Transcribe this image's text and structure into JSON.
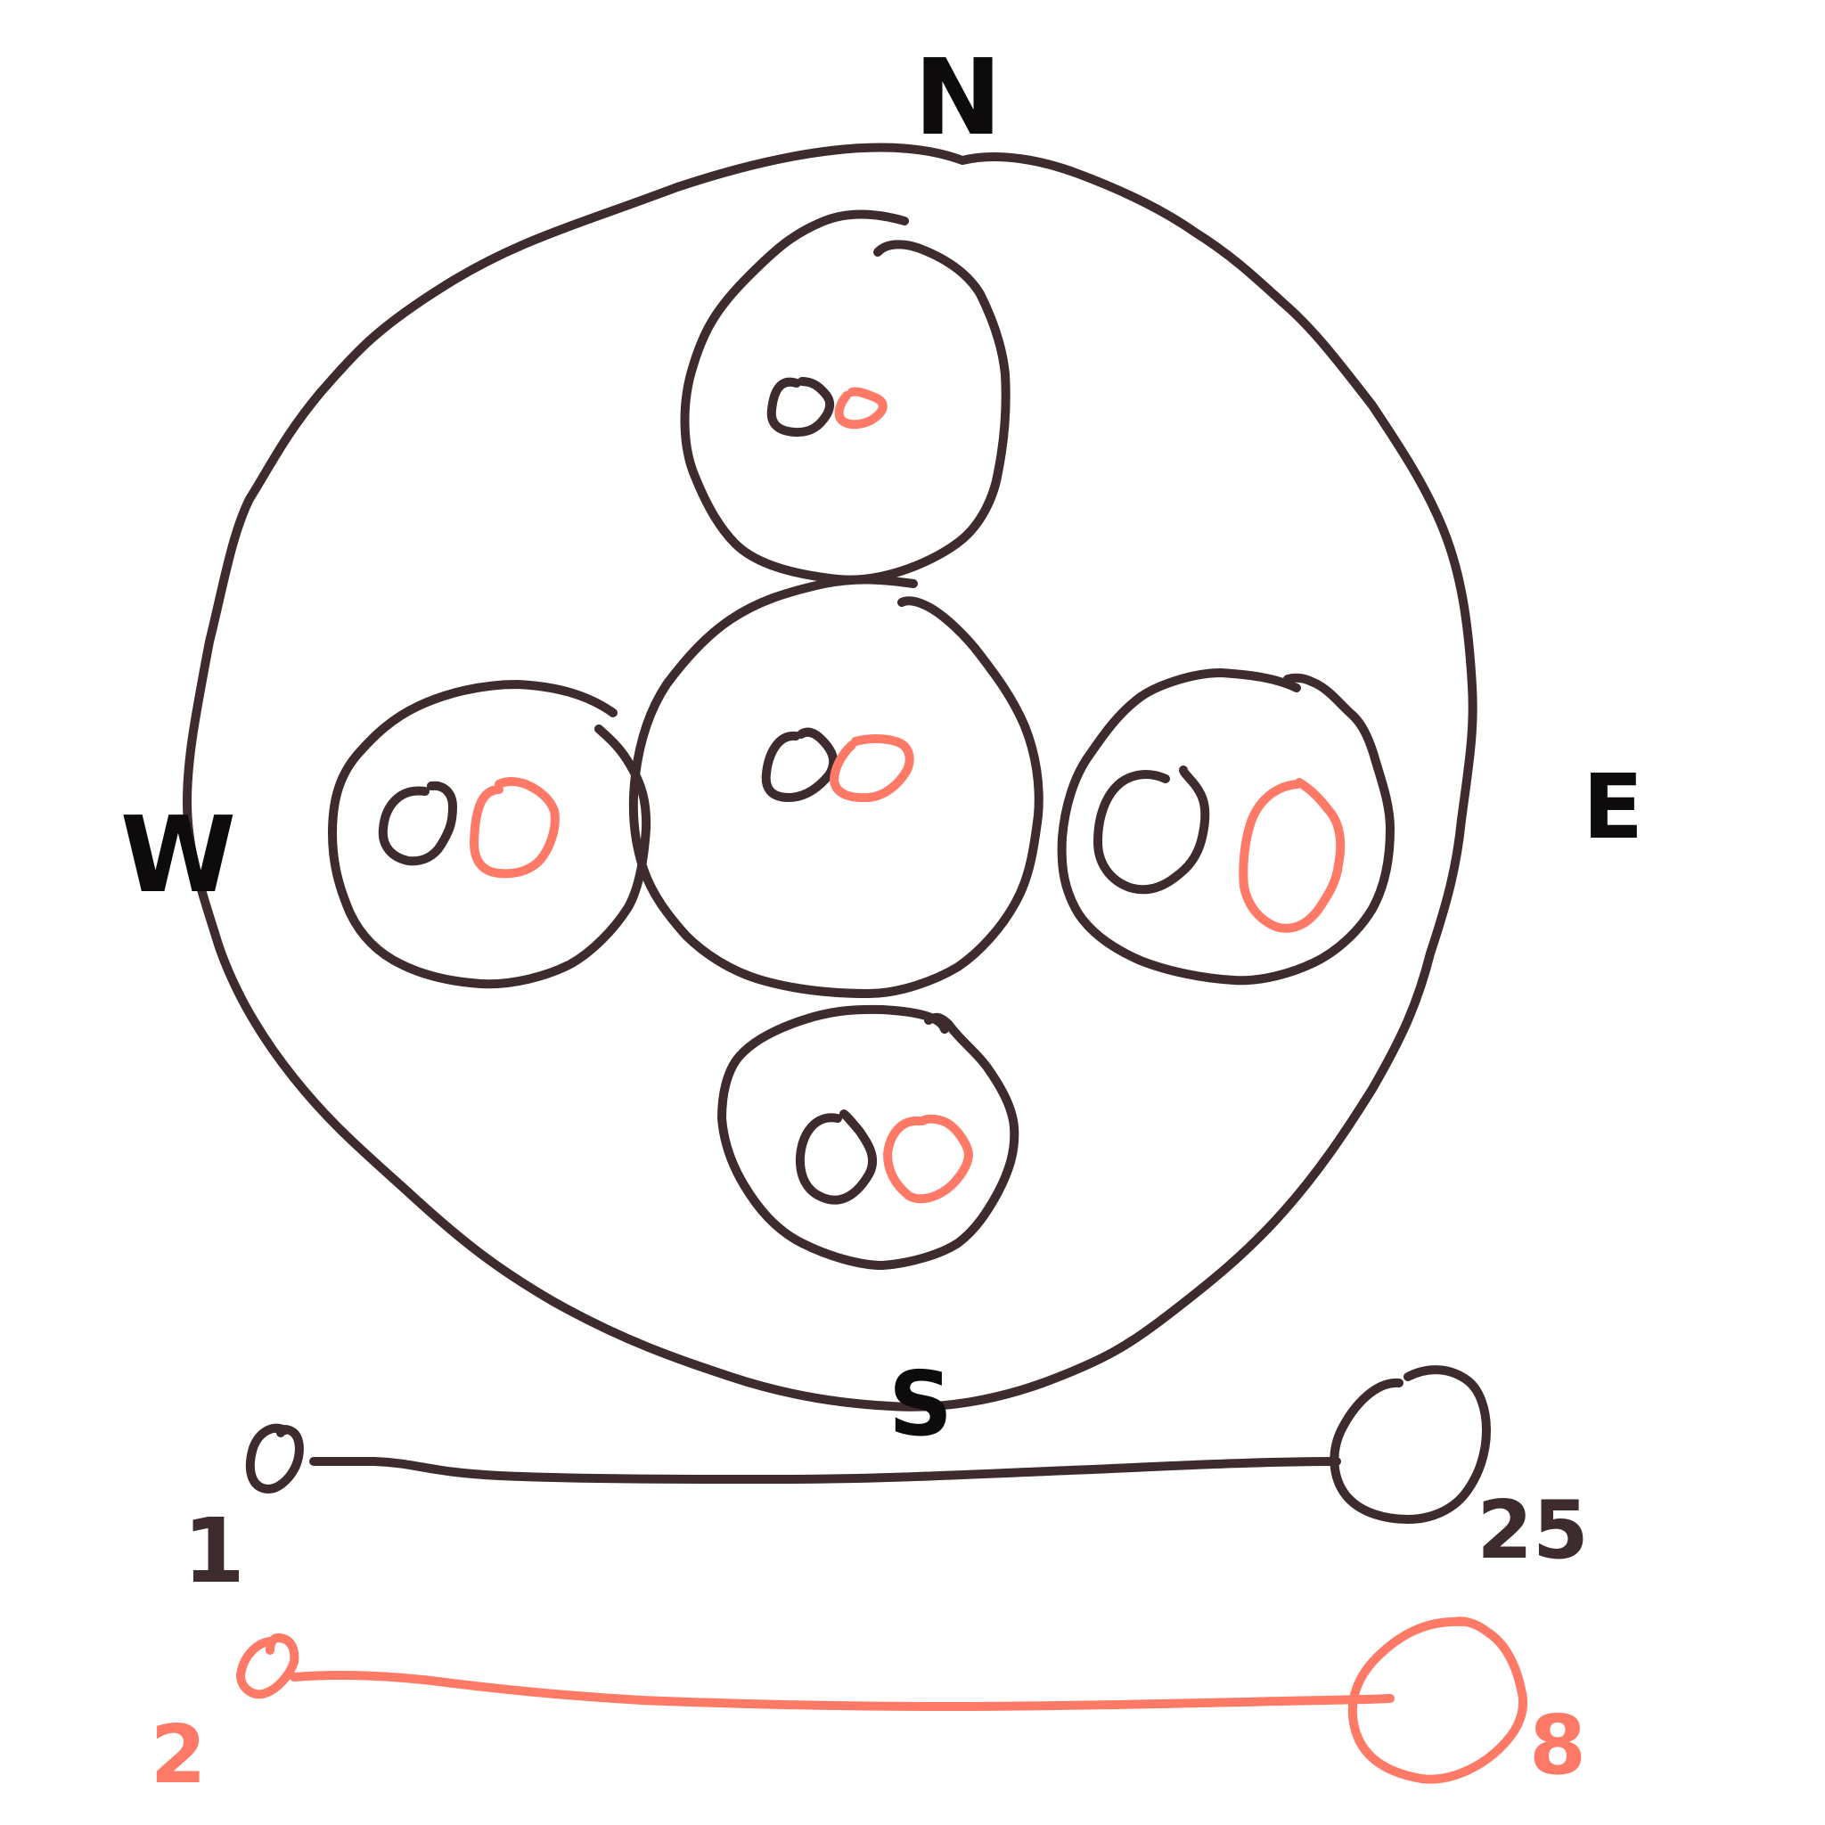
{
  "colors": {
    "primary": "#3d2b2e",
    "accent": "#ff7a66",
    "label": "#0d0b0b"
  },
  "compass": {
    "north": "N",
    "south": "S",
    "east": "E",
    "west": "W"
  },
  "legend": {
    "dark_min": "1",
    "dark_max": "25",
    "accent_min": "2",
    "accent_max": "8"
  }
}
